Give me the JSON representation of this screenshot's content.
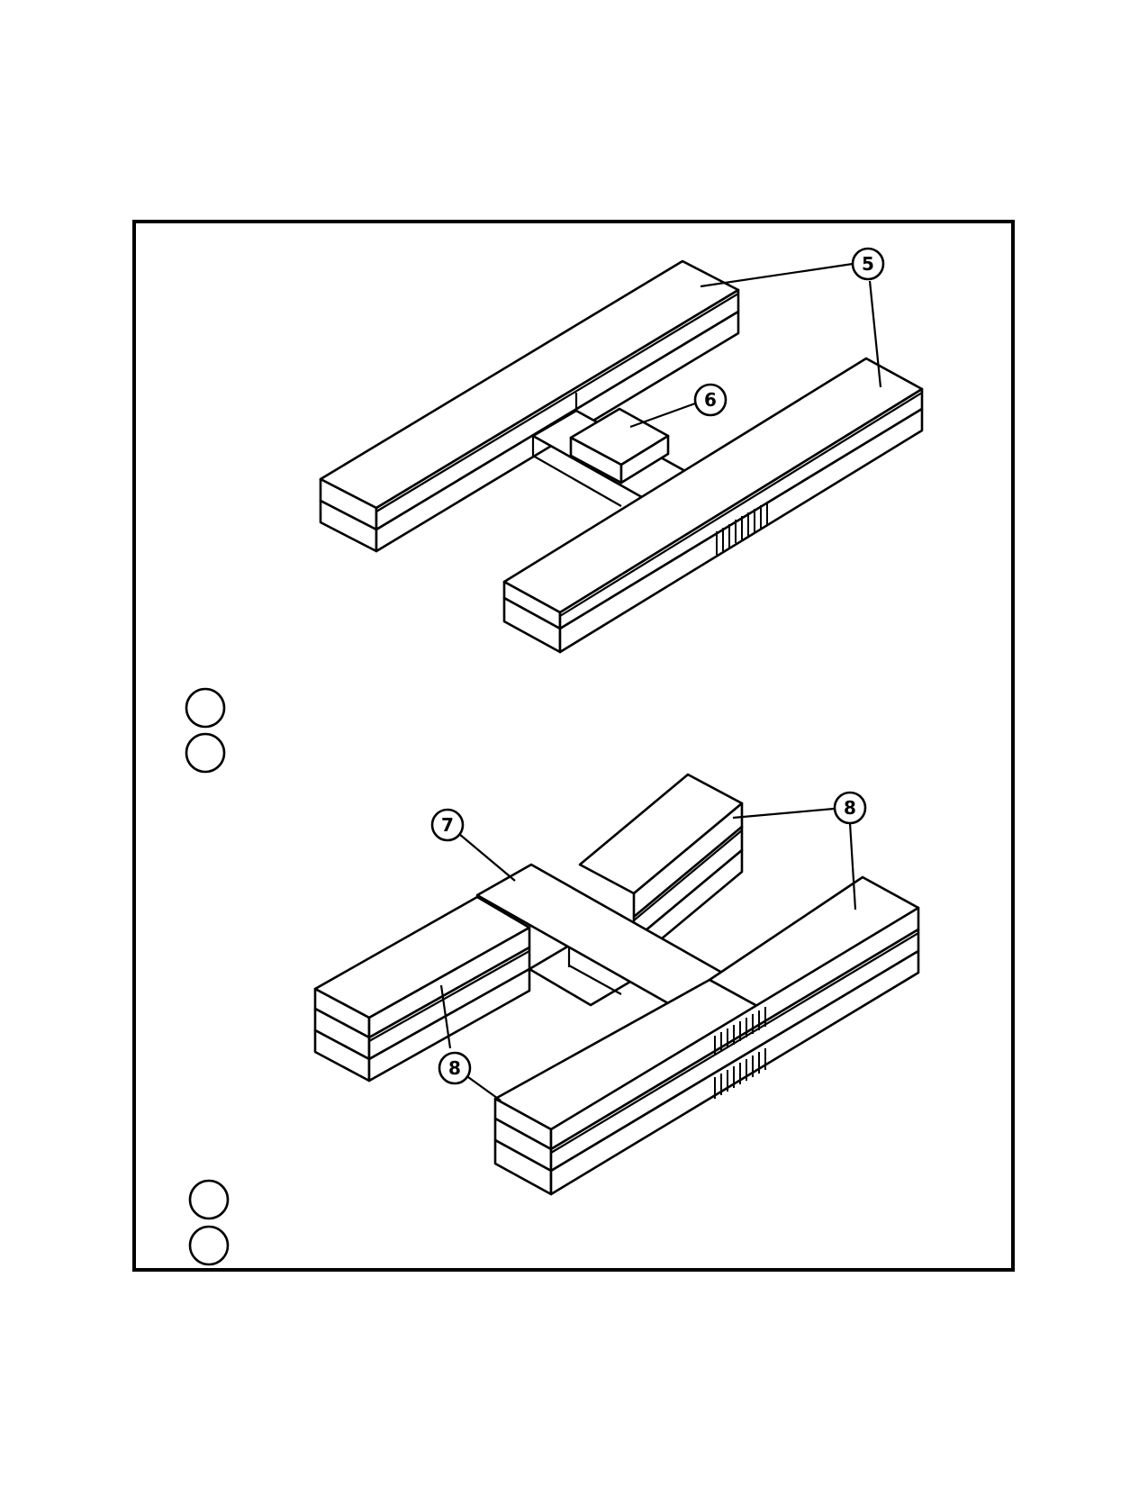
{
  "figure": {
    "callouts": [
      {
        "id": "c5",
        "label": "5"
      },
      {
        "id": "c6",
        "label": "6"
      },
      {
        "id": "c7",
        "label": "7"
      },
      {
        "id": "c8a",
        "label": "8"
      },
      {
        "id": "c8b",
        "label": "8"
      }
    ],
    "colors": {
      "ink": "#000000",
      "paper": "#ffffff"
    }
  }
}
